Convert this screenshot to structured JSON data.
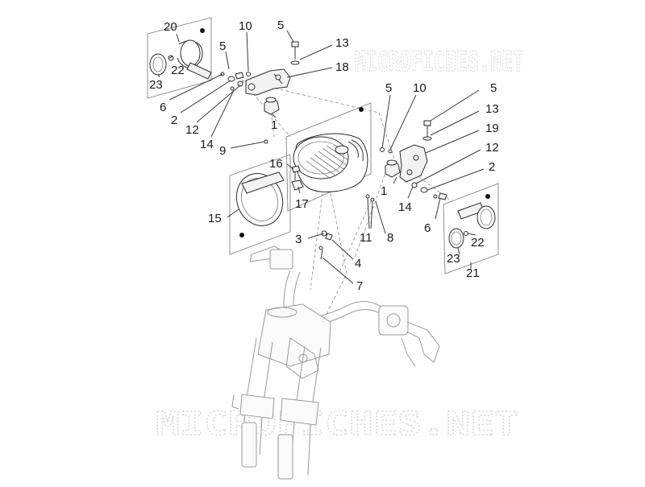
{
  "watermark": {
    "top_text": "MICROFICHES.NET",
    "bottom_text": "MICROFICHES.NET"
  },
  "callouts": [
    {
      "id": "c20",
      "label": "20"
    },
    {
      "id": "c10a",
      "label": "10"
    },
    {
      "id": "c5a",
      "label": "5"
    },
    {
      "id": "c13a",
      "label": "13"
    },
    {
      "id": "c18",
      "label": "18"
    },
    {
      "id": "c5b",
      "label": "5"
    },
    {
      "id": "c22a",
      "label": "22"
    },
    {
      "id": "c23a",
      "label": "23"
    },
    {
      "id": "c6a",
      "label": "6"
    },
    {
      "id": "c2a",
      "label": "2"
    },
    {
      "id": "c12a",
      "label": "12"
    },
    {
      "id": "c14a",
      "label": "14"
    },
    {
      "id": "c1a",
      "label": "1"
    },
    {
      "id": "c9",
      "label": "9"
    },
    {
      "id": "c5c",
      "label": "5"
    },
    {
      "id": "c10b",
      "label": "10"
    },
    {
      "id": "c5d",
      "label": "5"
    },
    {
      "id": "c13b",
      "label": "13"
    },
    {
      "id": "c19",
      "label": "19"
    },
    {
      "id": "c12b",
      "label": "12"
    },
    {
      "id": "c2b",
      "label": "2"
    },
    {
      "id": "c16",
      "label": "16"
    },
    {
      "id": "c17",
      "label": "17"
    },
    {
      "id": "c15",
      "label": "15"
    },
    {
      "id": "c1b",
      "label": "1"
    },
    {
      "id": "c14b",
      "label": "14"
    },
    {
      "id": "c11",
      "label": "11"
    },
    {
      "id": "c8",
      "label": "8"
    },
    {
      "id": "c6b",
      "label": "6"
    },
    {
      "id": "c22b",
      "label": "22"
    },
    {
      "id": "c3",
      "label": "3"
    },
    {
      "id": "c4",
      "label": "4"
    },
    {
      "id": "c7",
      "label": "7"
    },
    {
      "id": "c23b",
      "label": "23"
    },
    {
      "id": "c21",
      "label": "21"
    }
  ]
}
